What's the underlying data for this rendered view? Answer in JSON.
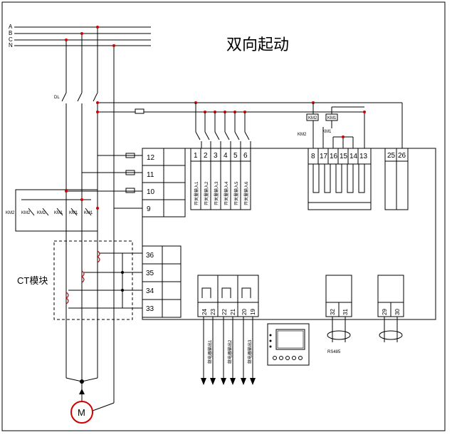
{
  "title": "双向起动",
  "buses": [
    "A",
    "B",
    "C",
    "N"
  ],
  "labels": {
    "breaker": "DL",
    "ct_module": "CT模块",
    "motor": "M",
    "km1": "KM1",
    "km2": "KM2",
    "rs485": "RS485"
  },
  "terminals_left": [
    "12",
    "11",
    "10",
    "9"
  ],
  "terminals_ct": [
    "36",
    "35",
    "34",
    "33"
  ],
  "terminals_di": [
    "1",
    "2",
    "3",
    "4",
    "5",
    "6"
  ],
  "di_labels": [
    "开关量输入1",
    "开关量输入2",
    "开关量输入3",
    "开关量输入4",
    "开关量输入5",
    "开关量输入6"
  ],
  "terminals_do": [
    "8",
    "17",
    "16",
    "15",
    "14",
    "13"
  ],
  "terminals_power": [
    "25",
    "26"
  ],
  "terminals_ao": [
    "24",
    "23",
    "22",
    "21",
    "20",
    "19"
  ],
  "ao_labels": [
    "继电器输出1",
    "继电器输出2",
    "继电器输出3"
  ],
  "terminals_comm1": [
    "32",
    "31"
  ],
  "terminals_comm2": [
    "29",
    "30"
  ]
}
